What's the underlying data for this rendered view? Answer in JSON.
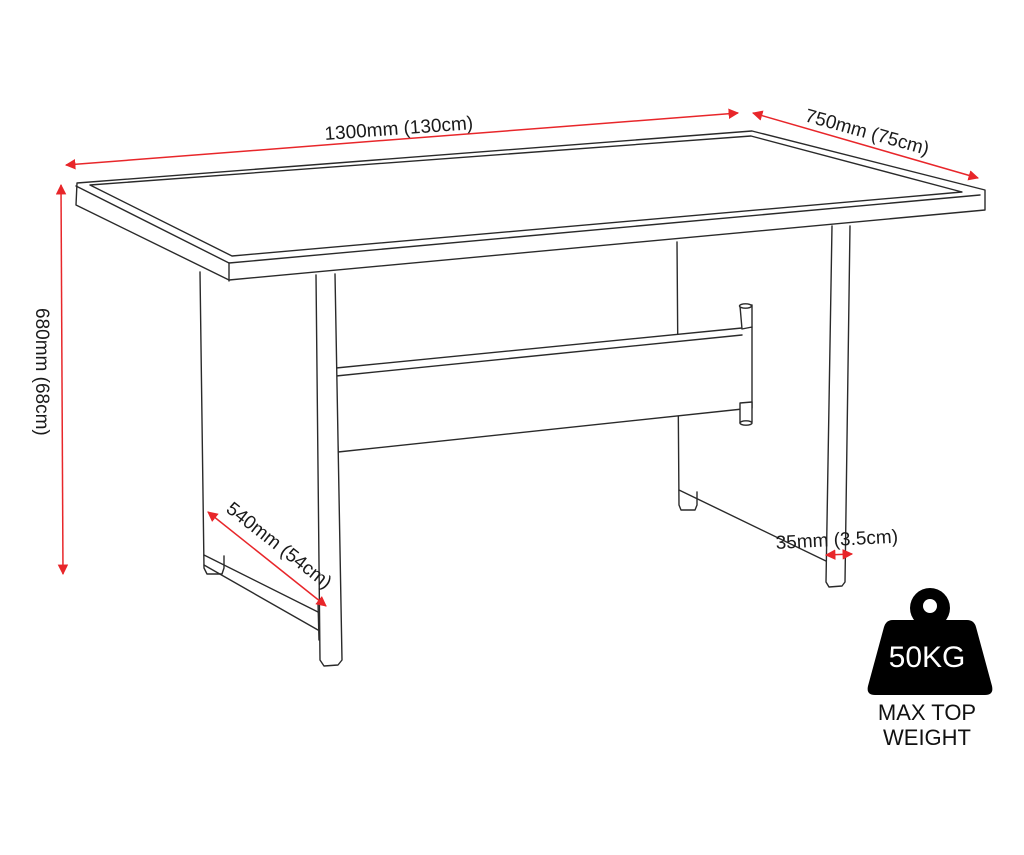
{
  "diagram": {
    "subject": "Rectangular dining table",
    "colors": {
      "outline": "#2a2a2a",
      "dimension_arrow": "#e8262a",
      "weight_icon": "#000000",
      "background": "#ffffff"
    },
    "dimensions": {
      "length": {
        "label": "1300mm (130cm)"
      },
      "width": {
        "label": "750mm (75cm)"
      },
      "height": {
        "label": "680mm (68cm)"
      },
      "leg_depth": {
        "label": "540mm (54cm)"
      },
      "leg_thickness": {
        "label": "35mm (3.5cm)"
      }
    },
    "weight_badge": {
      "icon": "weight-icon",
      "value": "50KG",
      "caption_line1": "MAX TOP",
      "caption_line2": "WEIGHT"
    }
  }
}
